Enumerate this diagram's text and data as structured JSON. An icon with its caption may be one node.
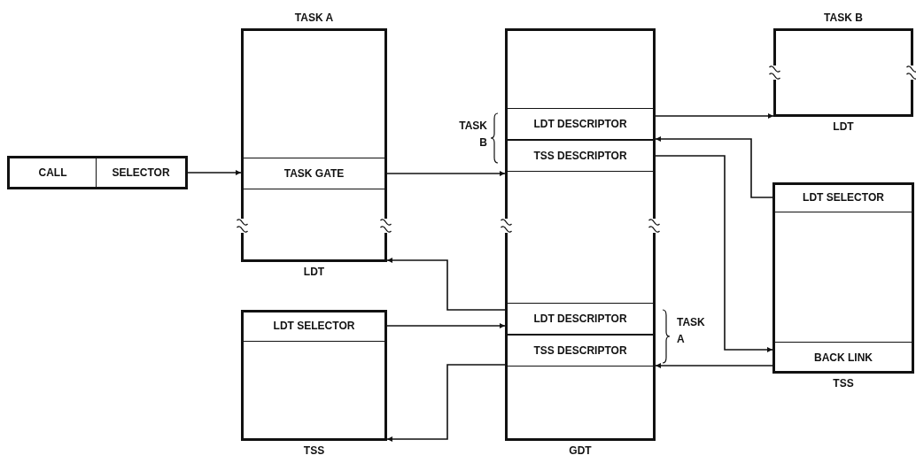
{
  "diagram": {
    "nodes": [
      {
        "text": [
          "CALL"
        ]
      },
      {
        "text": [
          "SELECTOR"
        ]
      },
      {
        "text": [
          "TASK A",
          "LDT"
        ]
      },
      {
        "text": [
          "TASK GATE"
        ],
        "in": 2
      },
      {
        "text": [
          "GDT"
        ]
      },
      {
        "text": [
          "LDT DESCRIPTOR"
        ],
        "in": 4
      },
      {
        "text": [
          "TSS DESCRIPTOR"
        ],
        "in": 4
      },
      {
        "text": [
          "LDT DESCRIPTOR"
        ],
        "in": 4
      },
      {
        "text": [
          "TSS DESCRIPTOR"
        ],
        "in": 4
      },
      {
        "text": [
          "TASK B",
          "LDT"
        ]
      },
      {
        "text": [
          "TSS"
        ]
      },
      {
        "text": [
          "LDT SELECTOR"
        ],
        "in": 10
      },
      {
        "text": [
          "BACK LINK"
        ],
        "in": 10
      },
      {
        "text": [
          "TSS"
        ]
      },
      {
        "text": [
          "LDT SELECTOR"
        ],
        "in": 13
      }
    ],
    "edges": [
      {
        "from": 1,
        "to": 3,
        "arrow": "to"
      },
      {
        "from": 3,
        "to": 4,
        "arrow": "to"
      },
      {
        "from": 5,
        "to": 9,
        "arrow": "to"
      },
      {
        "from": 11,
        "to": 5,
        "arrow": "to"
      },
      {
        "from": 6,
        "to": 12,
        "arrow": "to"
      },
      {
        "from": 12,
        "to": 8,
        "arrow": "to"
      },
      {
        "from": 7,
        "to": 2,
        "arrow": "to"
      },
      {
        "from": 14,
        "to": 7,
        "arrow": "to"
      },
      {
        "from": 8,
        "to": 13,
        "arrow": "to"
      }
    ],
    "labels": [
      "TASK B",
      "TASK A"
    ]
  }
}
